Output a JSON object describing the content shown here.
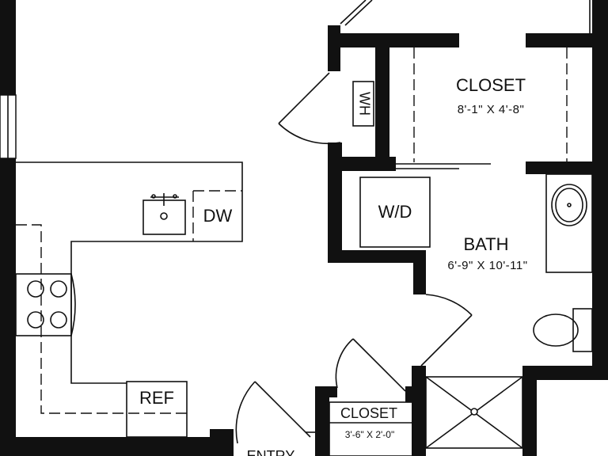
{
  "rooms": {
    "closet_main": {
      "label": "CLOSET",
      "dimensions": "8'-1\" X 4'-8\""
    },
    "bath": {
      "label": "BATH",
      "dimensions": "6'-9\" X 10'-11\""
    },
    "closet_small": {
      "label": "CLOSET",
      "dimensions": "3'-6\" X 2'-0\""
    },
    "entry": {
      "label": "ENTRY"
    }
  },
  "fixtures": {
    "water_heater": "WH",
    "washer_dryer": "W/D",
    "dishwasher": "DW",
    "refrigerator": "REF"
  }
}
